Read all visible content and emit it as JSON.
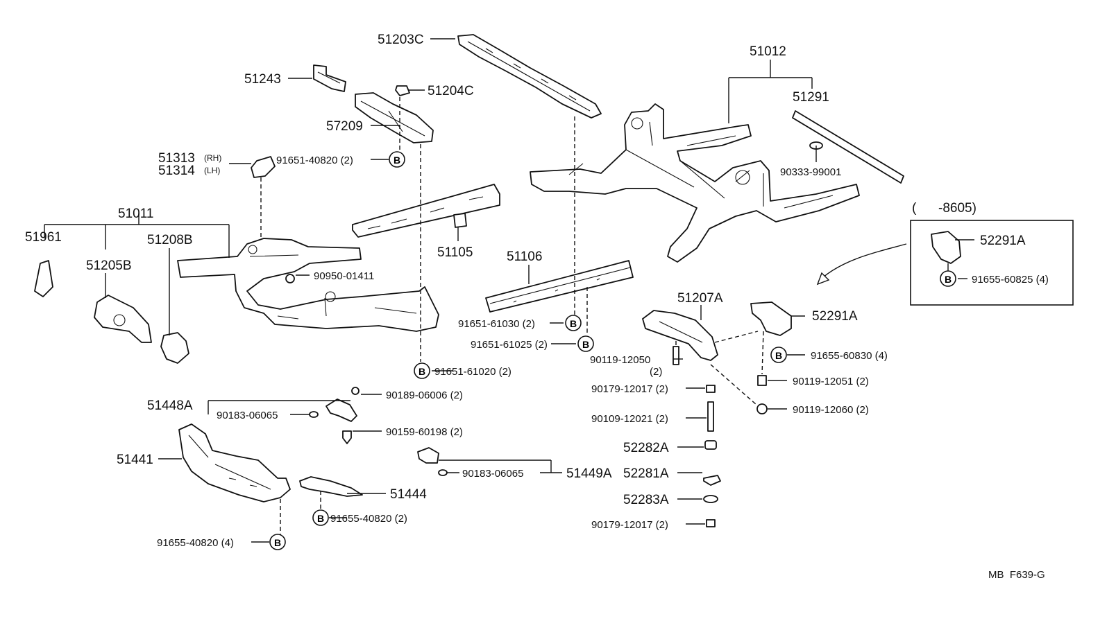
{
  "labels": {
    "p51203C": "51203C",
    "p51243": "51243",
    "p51204C": "51204C",
    "p57209": "57209",
    "p51313": "51313",
    "rh": "(RH)",
    "p51314": "51314",
    "lh": "(LH)",
    "b91651_40820": "91651-40820 (2)",
    "p51011": "51011",
    "p51961": "51961",
    "p51205B": "51205B",
    "p51208B": "51208B",
    "b90950": "90950-01411",
    "p51105": "51105",
    "p51106": "51106",
    "b91651_61030": "91651-61030 (2)",
    "b91651_61025": "91651-61025 (2)",
    "b91651_61020": "91651-61020 (2)",
    "p51012": "51012",
    "p51291": "51291",
    "b90333": "90333-99001",
    "range": "(      -8605)",
    "p52291A_box": "52291A",
    "b91655_60825": "91655-60825 (4)",
    "p51207A": "51207A",
    "p52291A": "52291A",
    "b90119_12050": "90119-12050",
    "q2": "(2)",
    "b91655_60830": "91655-60830 (4)",
    "b90119_12051": "90119-12051 (2)",
    "b90179_12017a": "90179-12017 (2)",
    "b90119_12060": "90119-12060 (2)",
    "b90109_12021": "90109-12021 (2)",
    "p52282A": "52282A",
    "p52281A": "52281A",
    "p52283A": "52283A",
    "b90179_12017b": "90179-12017 (2)",
    "p51448A": "51448A",
    "b90189": "90189-06006 (2)",
    "b90183a": "90183-06065",
    "b90159": "90159-60198 (2)",
    "p51441": "51441",
    "b90183b": "90183-06065",
    "p51449A": "51449A",
    "p51444": "51444",
    "b91655_40820_2": "91655-40820 (2)",
    "b91655_40820_4": "91655-40820 (4)",
    "footer": "MB  F639-G",
    "badge": "B"
  }
}
